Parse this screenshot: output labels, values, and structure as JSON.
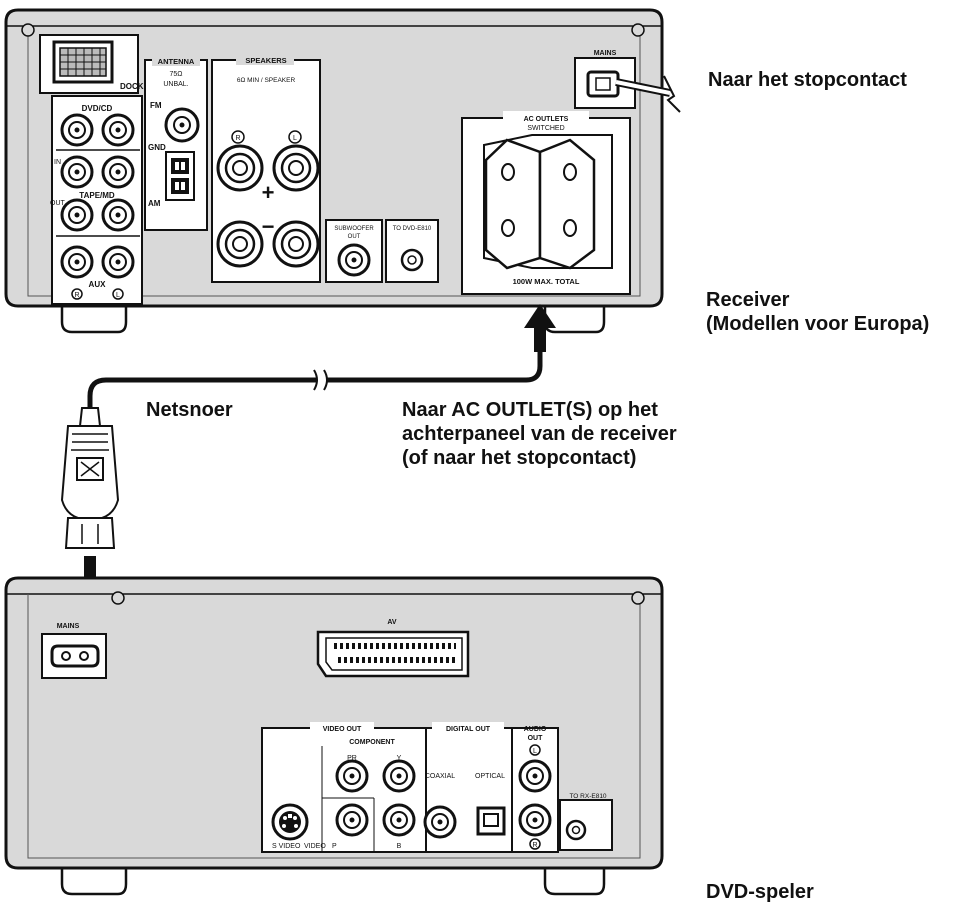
{
  "receiver": {
    "dock": "DOCK",
    "antenna": "ANTENNA",
    "antenna_ohm": "75Ω",
    "antenna_unbal": "UNBAL.",
    "fm": "FM",
    "gnd": "GND",
    "am": "AM",
    "speakers": "SPEAKERS",
    "speakers_sub": "6Ω MIN / SPEAKER",
    "spk_l": "L",
    "spk_r": "R",
    "plus": "+",
    "minus": "−",
    "dvd_cd": "DVD/CD",
    "in": "IN",
    "out": "OUT",
    "tape_md": "TAPE/MD",
    "aux": "AUX",
    "aux_r": "R",
    "aux_l": "L",
    "subwoofer": "SUBWOOFER",
    "subwoofer_out": "OUT",
    "to_dvd": "TO DVD-E810",
    "mains": "MAINS",
    "ac_outlets": "AC OUTLETS",
    "switched": "SWITCHED",
    "max_total": "100W MAX. TOTAL"
  },
  "dvd": {
    "mains": "MAINS",
    "av": "AV",
    "video_out": "VIDEO OUT",
    "component": "COMPONENT",
    "pr": "PR",
    "y": "Y",
    "pb": "B",
    "digital_out": "DIGITAL OUT",
    "coaxial": "COAXIAL",
    "optical": "OPTICAL",
    "audio_out": "AUDIO",
    "audio_out2": "OUT",
    "audio_l": "L",
    "audio_r": "R",
    "to_rx": "TO RX-E810",
    "s_video": "S VIDEO",
    "video": "VIDEO",
    "p": "P"
  },
  "callouts": {
    "to_wall_outlet": "Naar het stopcontact",
    "receiver_line1": "Receiver",
    "receiver_line2": "(Modellen voor Europa)",
    "power_cord": "Netsnoer",
    "to_ac_outlet_line1": "Naar AC OUTLET(S) op het",
    "to_ac_outlet_line2": "achterpaneel van de receiver",
    "to_ac_outlet_line3": "(of naar het stopcontact)",
    "dvd_player": "DVD-speler"
  }
}
